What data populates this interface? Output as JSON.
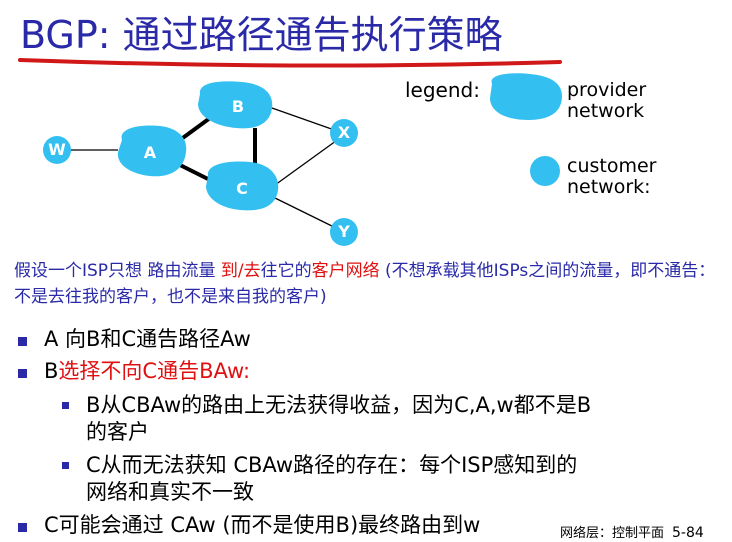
{
  "title": "BGP: 通过路径通告执行策略",
  "legend": {
    "label": "legend:",
    "provider_line1": "provider",
    "provider_line2": "network",
    "customer_line1": "customer",
    "customer_line2": "network:"
  },
  "nodes": {
    "A": "A",
    "B": "B",
    "C": "C",
    "W": "W",
    "X": "X",
    "Y": "Y"
  },
  "intro": {
    "part1": "假设一个ISP只想 路由流量 ",
    "part2_red": "到/去",
    "part3": "往它的",
    "part4_red": "客户网络",
    "part5": " (不想承载其他ISPs之间的流量，即不通告：不是去往我的客户，也不是来自我的客户)"
  },
  "bullets": {
    "b1": "A 向B和C通告路径Aw",
    "b2_prefix": "B",
    "b2_red": "选择不向C通告BAw:",
    "b2a_line1": "B从CBAw的路由上无法获得收益，因为C,A,w都不是B",
    "b2a_line2": "的客户",
    "b2b_line1": "C从而无法获知 CBAw路径的存在：每个ISP感知到的",
    "b2b_line2": "网络和真实不一致",
    "b3": "C可能会通过 CAw (而不是使用B)最终路由到w"
  },
  "footer": {
    "text": "网络层：控制平面",
    "page": "5-84"
  },
  "colors": {
    "title": "#2a2aa8",
    "node": "#33c0f0",
    "red": "#e01010",
    "bullet": "#2a2aa8"
  }
}
